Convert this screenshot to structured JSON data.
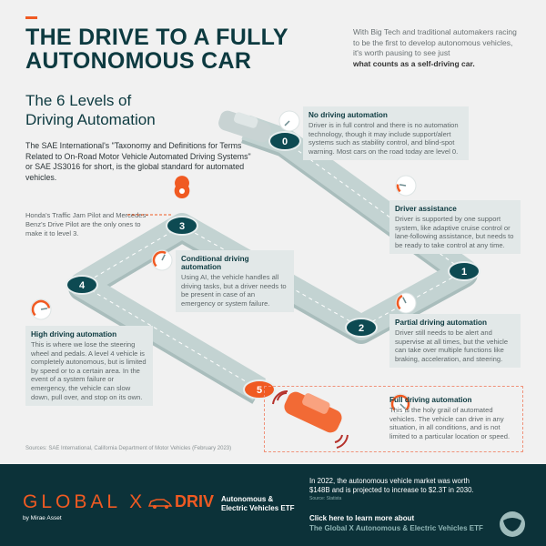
{
  "header": {
    "title_line1": "THE DRIVE TO A FULLY",
    "title_line2": "AUTONOMOUS CAR",
    "intro": "With Big Tech and traditional automakers racing to be the first to develop autonomous vehicles, it's worth pausing to see just",
    "intro_bold": "what counts as a self-driving car."
  },
  "section": {
    "subtitle_line1": "The 6 Levels of",
    "subtitle_line2": "Driving Automation",
    "description": "The SAE International's \"Taxonomy and Definitions for Terms Related to On-Road Motor Vehicle Automated Driving Systems\" or SAE JS3016 for short, is the global standard for automated vehicles.",
    "note": "Honda's Traffic Jam Pilot and Mercedes-Benz's Drive Pilot are the only ones to make it to level 3."
  },
  "levels": [
    {
      "number": "0",
      "title": "No driving automation",
      "text": "Driver is in full control and there is no automation technology, though it may include support/alert systems such as stability control, and blind-spot warning. Most cars on the road today are level 0."
    },
    {
      "number": "1",
      "title": "Driver assistance",
      "text": "Driver is supported by one support system, like adaptive cruise control or lane-following assistance, but needs to be ready to take control at any time."
    },
    {
      "number": "2",
      "title": "Partial driving automation",
      "text": "Driver still needs to be alert and supervise at all times, but the vehicle can take over multiple functions like braking, acceleration, and steering."
    },
    {
      "number": "3",
      "title": "Conditional driving automation",
      "text": "Using AI, the vehicle handles all driving tasks, but a driver needs to be present in case of an emergency or system failure."
    },
    {
      "number": "4",
      "title": "High driving automation",
      "text": "This is where we lose the steering wheel and pedals. A level 4 vehicle is completely autonomous, but is limited by speed or to a certain area. In the event of a system failure or emergency, the vehicle can slow down, pull over, and stop on its own."
    },
    {
      "number": "5",
      "title": "Full driving automation",
      "text": "This is the holy grail of automated vehicles. The vehicle can drive in any situation, in all conditions, and is not limited to a particular location or speed."
    }
  ],
  "sources": "Sources: SAE International, California Department of Motor Vehicles (February 2023)",
  "footer": {
    "brand": "GLOBAL X",
    "brand_sub": "by Mirae Asset",
    "etf_ticker": "DRIV",
    "etf_name_line1": "Autonomous &",
    "etf_name_line2": "Electric Vehicles ETF",
    "market": "In 2022, the autonomous vehicle market was worth $148B and is projected to increase to $2.3T in 2030.",
    "market_source": "Source: Statista",
    "cta": "Click here to learn more about",
    "cta_link": "The Global X Autonomous & Electric Vehicles ETF"
  },
  "colors": {
    "accent": "#f05a22",
    "dark": "#0c3239",
    "road": "#c3d3d2",
    "marker": "#0d4a52"
  }
}
